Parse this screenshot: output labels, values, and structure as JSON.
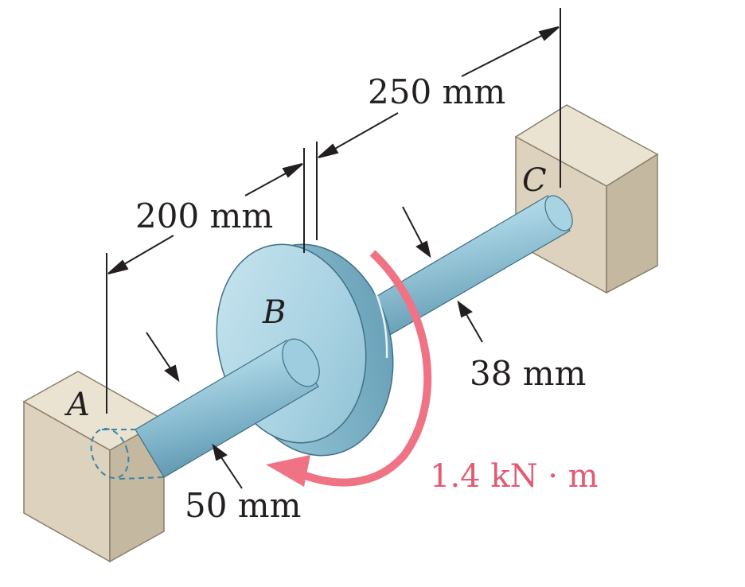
{
  "figure": {
    "points": {
      "a": "A",
      "b": "B",
      "c": "C"
    },
    "dimensions": {
      "length_ab": "200 mm",
      "length_bc": "250 mm",
      "diameter_ab": "50 mm",
      "diameter_bc": "38 mm"
    },
    "torque": "1.4 kN · m"
  },
  "colors": {
    "shaft_light": "#c5e4ee",
    "shaft_mid": "#8fc3d8",
    "shaft_dark": "#5a93ab",
    "support_front": "#ddd2bd",
    "support_top": "#ebe3d2",
    "support_side": "#c4b8a1",
    "torque_arrow": "#ef7384",
    "line": "#231f20"
  }
}
